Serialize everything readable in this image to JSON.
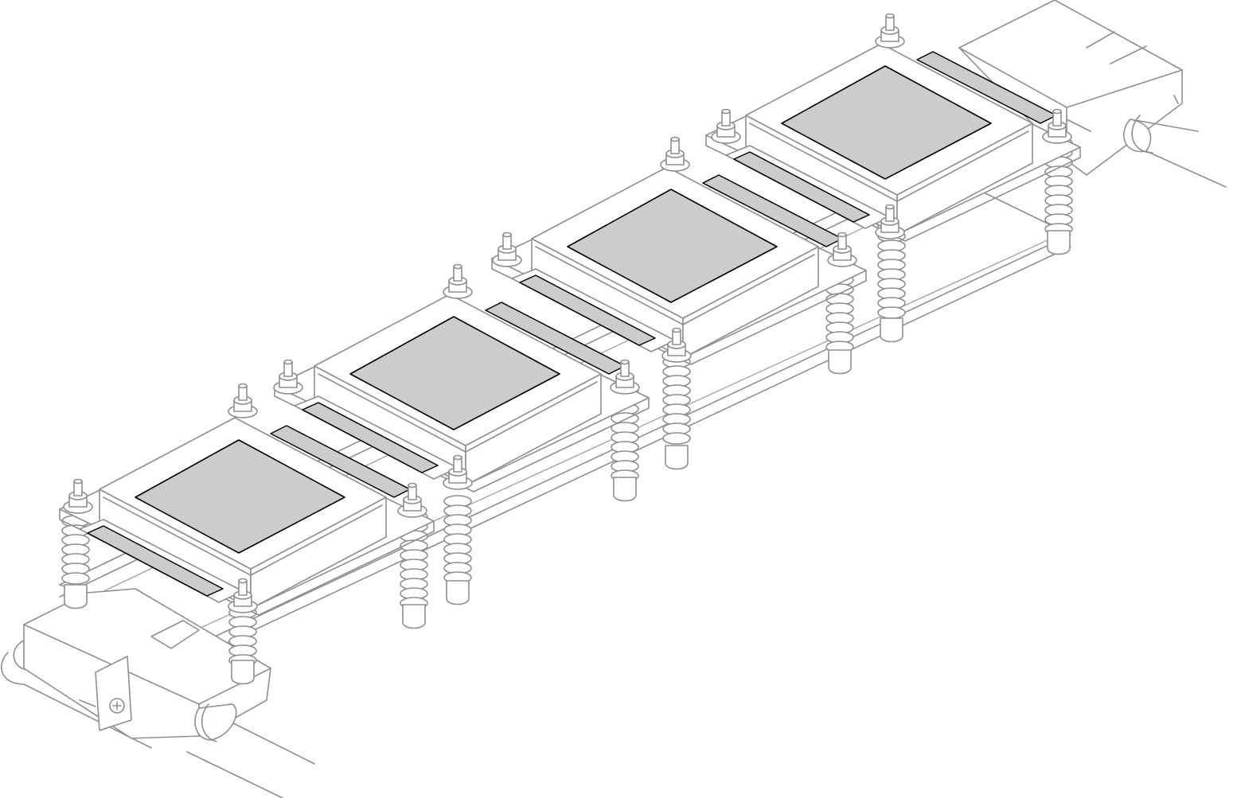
{
  "figure": {
    "style": "isometric line-art technical illustration",
    "line_color": "#8f8f8f",
    "highlight_fill": "#cbcdcb",
    "highlight_outline": "#000000",
    "background": "#ffffff"
  },
  "modules": [
    {
      "id": "module-1",
      "highlighted_parts": [
        "thermal-pad",
        "thermal-strip"
      ]
    },
    {
      "id": "module-2",
      "highlighted_parts": [
        "thermal-pad",
        "thermal-strip"
      ]
    },
    {
      "id": "module-3",
      "highlighted_parts": [
        "thermal-pad",
        "thermal-strip"
      ]
    },
    {
      "id": "module-4",
      "highlighted_parts": [
        "thermal-pad",
        "thermal-strip"
      ]
    }
  ],
  "components": {
    "left_connector": {
      "icon": "screw-icon"
    },
    "right_connector": {
      "icon": "hose-icon"
    }
  }
}
